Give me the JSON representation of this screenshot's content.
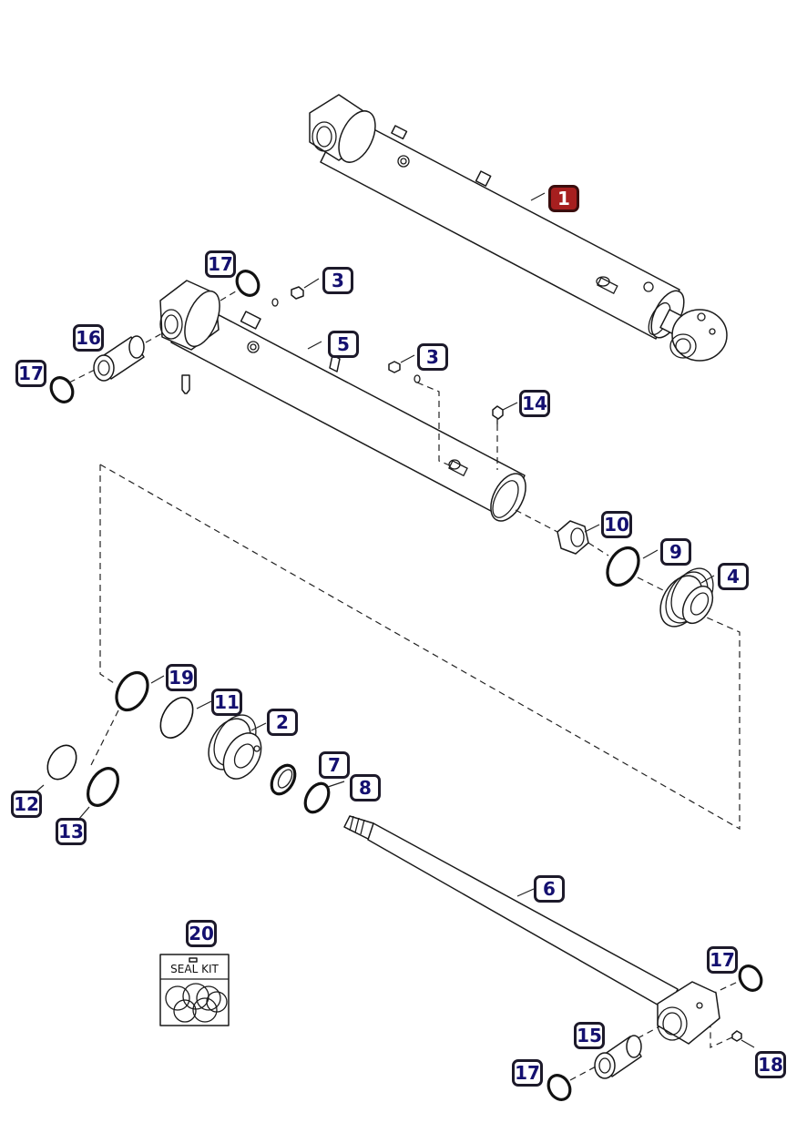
{
  "diagram": {
    "selected_part": "1",
    "seal_kit_text": "SEAL KIT",
    "labels": [
      {
        "id": "label-1",
        "text": "1",
        "selected": true
      },
      {
        "id": "label-17-a",
        "text": "17"
      },
      {
        "id": "label-3-a",
        "text": "3"
      },
      {
        "id": "label-16",
        "text": "16"
      },
      {
        "id": "label-5",
        "text": "5"
      },
      {
        "id": "label-3-b",
        "text": "3"
      },
      {
        "id": "label-17-b",
        "text": "17"
      },
      {
        "id": "label-14",
        "text": "14"
      },
      {
        "id": "label-10",
        "text": "10"
      },
      {
        "id": "label-9",
        "text": "9"
      },
      {
        "id": "label-4",
        "text": "4"
      },
      {
        "id": "label-19",
        "text": "19"
      },
      {
        "id": "label-11",
        "text": "11"
      },
      {
        "id": "label-2",
        "text": "2"
      },
      {
        "id": "label-7",
        "text": "7"
      },
      {
        "id": "label-8",
        "text": "8"
      },
      {
        "id": "label-12",
        "text": "12"
      },
      {
        "id": "label-13",
        "text": "13"
      },
      {
        "id": "label-6",
        "text": "6"
      },
      {
        "id": "label-20",
        "text": "20"
      },
      {
        "id": "label-17-c",
        "text": "17"
      },
      {
        "id": "label-15",
        "text": "15"
      },
      {
        "id": "label-17-d",
        "text": "17"
      },
      {
        "id": "label-18",
        "text": "18"
      }
    ],
    "colors": {
      "label_text": "#141070",
      "label_border": "#1d1a2a",
      "selected_fill": "#a61f1f",
      "line": "#1a1a1a"
    }
  }
}
